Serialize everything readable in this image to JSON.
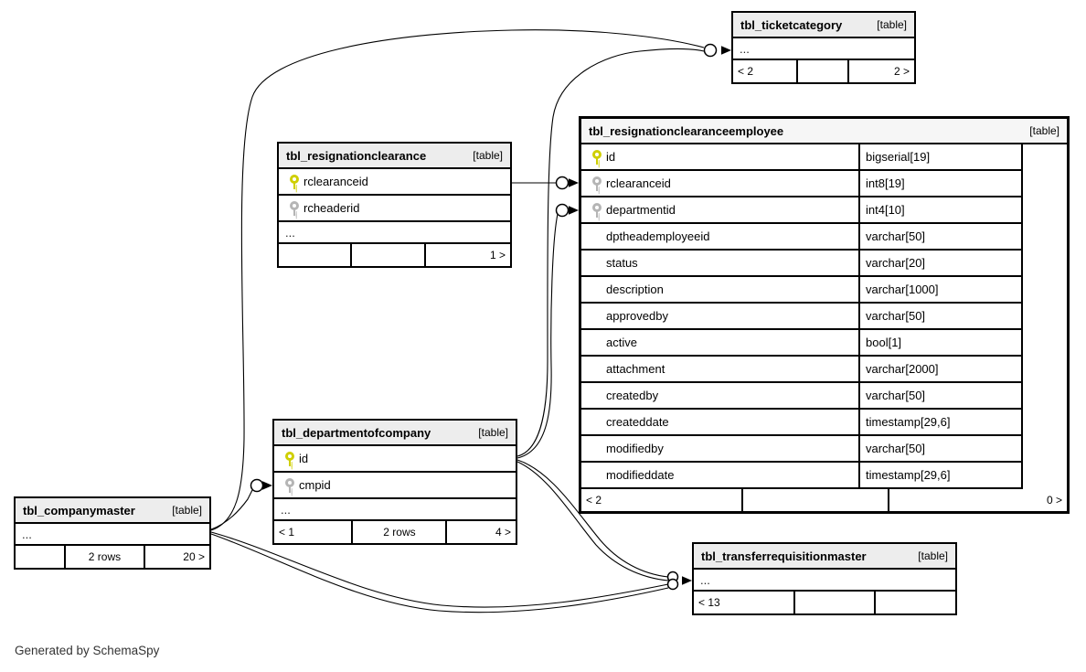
{
  "diagram": {
    "generated_by": "Generated by SchemaSpy",
    "table_tag": "[table]",
    "ellipsis": "...",
    "accent_pk_color": "#cfcf00",
    "accent_fk_color": "#b5b5b5"
  },
  "tables": {
    "ticketcategory": {
      "name": "tbl_ticketcategory",
      "tag": "[table]",
      "columns": [
        {
          "name": "...",
          "ellipsis": true
        }
      ],
      "footer": [
        "< 2",
        "",
        "2 >"
      ]
    },
    "resignationclearanceemployee": {
      "name": "tbl_resignationclearanceemployee",
      "tag": "[table]",
      "has_types": true,
      "columns": [
        {
          "name": "id",
          "type": "bigserial[19]",
          "key": "pk"
        },
        {
          "name": "rclearanceid",
          "type": "int8[19]",
          "key": "fk"
        },
        {
          "name": "departmentid",
          "type": "int4[10]",
          "key": "fk"
        },
        {
          "name": "dptheademployeeid",
          "type": "varchar[50]"
        },
        {
          "name": "status",
          "type": "varchar[20]"
        },
        {
          "name": "description",
          "type": "varchar[1000]"
        },
        {
          "name": "approvedby",
          "type": "varchar[50]"
        },
        {
          "name": "active",
          "type": "bool[1]"
        },
        {
          "name": "attachment",
          "type": "varchar[2000]"
        },
        {
          "name": "createdby",
          "type": "varchar[50]"
        },
        {
          "name": "createddate",
          "type": "timestamp[29,6]"
        },
        {
          "name": "modifiedby",
          "type": "varchar[50]"
        },
        {
          "name": "modifieddate",
          "type": "timestamp[29,6]"
        }
      ],
      "footer": [
        "< 2",
        "",
        "0 >"
      ]
    },
    "resignationclearance": {
      "name": "tbl_resignationclearance",
      "tag": "[table]",
      "columns": [
        {
          "name": "rclearanceid",
          "key": "pk"
        },
        {
          "name": "rcheaderid",
          "key": "fk"
        },
        {
          "name": "...",
          "ellipsis": true
        }
      ],
      "footer": [
        "",
        "",
        "1 >"
      ]
    },
    "departmentofcompany": {
      "name": "tbl_departmentofcompany",
      "tag": "[table]",
      "columns": [
        {
          "name": "id",
          "key": "pk"
        },
        {
          "name": "cmpid",
          "key": "fk"
        },
        {
          "name": "...",
          "ellipsis": true
        }
      ],
      "footer": [
        "< 1",
        "2 rows",
        "4 >"
      ]
    },
    "companymaster": {
      "name": "tbl_companymaster",
      "tag": "[table]",
      "columns": [
        {
          "name": "...",
          "ellipsis": true
        }
      ],
      "footer": [
        "",
        "2 rows",
        "20 >"
      ]
    },
    "transferrequisitionmaster": {
      "name": "tbl_transferrequisitionmaster",
      "tag": "[table]",
      "columns": [
        {
          "name": "...",
          "ellipsis": true
        }
      ],
      "footer": [
        "< 13",
        "",
        ""
      ]
    }
  },
  "relationships": [
    {
      "from": "tbl_resignationclearance.rclearanceid",
      "to": "tbl_resignationclearanceemployee.rclearanceid"
    },
    {
      "from": "tbl_departmentofcompany.id",
      "to": "tbl_resignationclearanceemployee.departmentid"
    },
    {
      "from": "tbl_departmentofcompany.id",
      "to": "tbl_ticketcategory"
    },
    {
      "from": "tbl_departmentofcompany.id",
      "to": "tbl_transferrequisitionmaster"
    },
    {
      "from": "tbl_companymaster",
      "to": "tbl_departmentofcompany.cmpid"
    },
    {
      "from": "tbl_companymaster",
      "to": "tbl_ticketcategory"
    },
    {
      "from": "tbl_companymaster",
      "to": "tbl_transferrequisitionmaster"
    }
  ]
}
